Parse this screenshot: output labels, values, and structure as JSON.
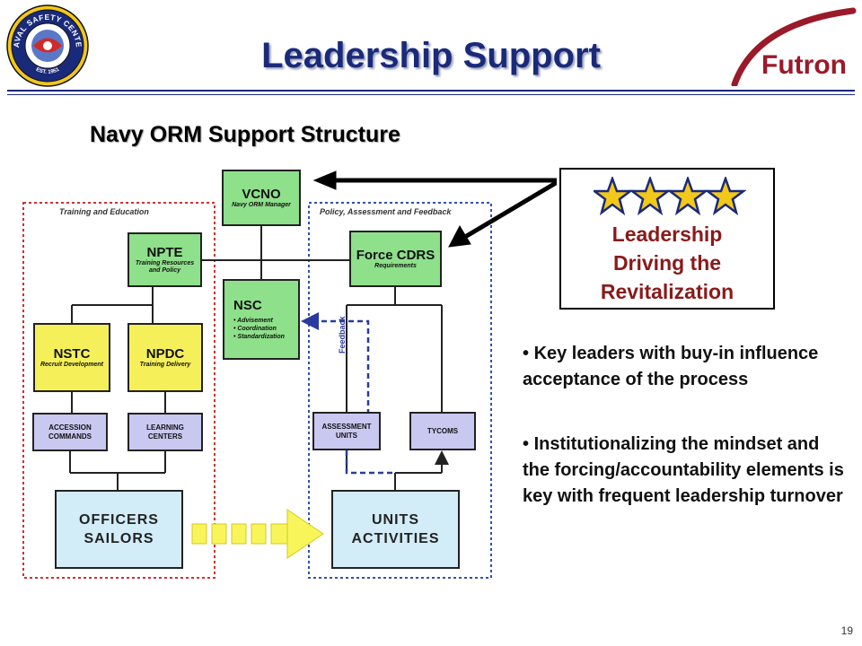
{
  "header": {
    "title": "Leadership Support",
    "seal_text": [
      "NAVAL SAFETY CENTER",
      "EST. 1951"
    ],
    "logo_text": "Futron"
  },
  "subtitle": "Navy ORM Support Structure",
  "diagram": {
    "regions": {
      "left": "Training and Education",
      "right": "Policy, Assessment and Feedback"
    },
    "boxes": {
      "vcno": {
        "name": "VCNO",
        "sub": "Navy ORM Manager"
      },
      "npte": {
        "name": "NPTE",
        "sub": "Training Resources and Policy"
      },
      "force_cdrs": {
        "name": "Force CDRS",
        "sub": "Requirements"
      },
      "nsc": {
        "name": "NSC",
        "bullets": [
          "Advisement",
          "Coordination",
          "Standardization"
        ]
      },
      "nstc": {
        "name": "NSTC",
        "sub": "Recruit Development"
      },
      "npdc": {
        "name": "NPDC",
        "sub": "Training Delivery"
      },
      "accession": {
        "label": "ACCESSION COMMANDS"
      },
      "learning": {
        "label": "LEARNING CENTERS"
      },
      "assessment": {
        "label": "ASSESSMENT UNITS"
      },
      "tycoms": {
        "label": "TYCOMS"
      },
      "officers": {
        "label": "OFFICERS SAILORS"
      },
      "units": {
        "label": "UNITS ACTIVITIES"
      }
    },
    "feedback_label": "Feedback"
  },
  "callout": {
    "stars": 4,
    "text": "Leadership Driving the Revitalization",
    "text_color": "#8a1a1a"
  },
  "bullets": [
    "Key leaders with buy-in influence acceptance of the process",
    "Institutionalizing the mindset and the forcing/accountability elements is key with frequent leadership turnover"
  ],
  "page_number": "19",
  "colors": {
    "title": "#1a2a7a",
    "green_box": "#8ee08a",
    "yellow_box": "#f5f05a",
    "lavender_box": "#c8c8f0",
    "light_blue_box": "#d2ecf8",
    "left_region_border": "#d03030",
    "right_region_border": "#3050b0",
    "feedback_arrow": "#2a3aa0",
    "star_fill": "#f2c81a",
    "star_stroke": "#1a2a7a"
  }
}
